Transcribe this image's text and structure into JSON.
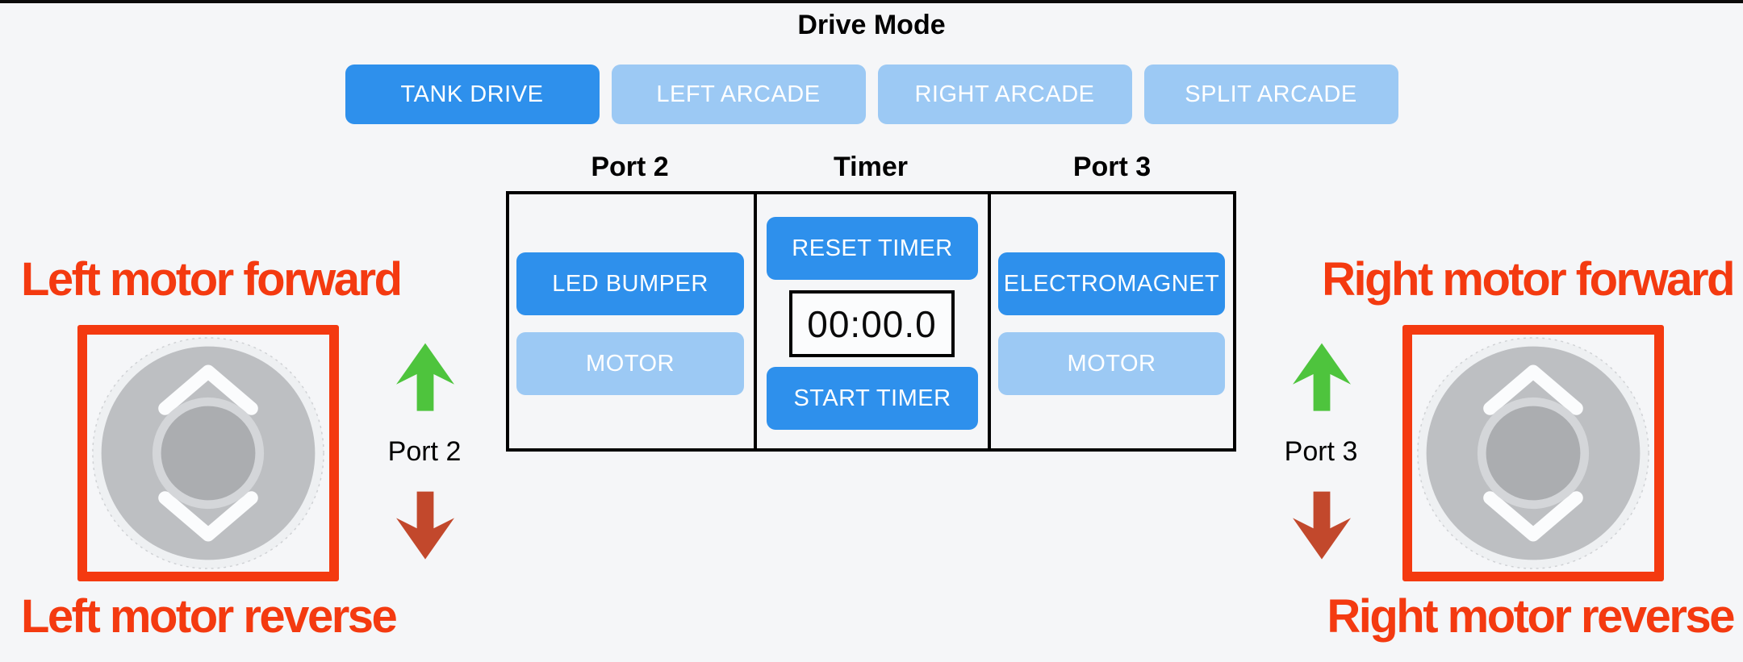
{
  "title": "Drive Mode",
  "drive_mode": {
    "options": [
      {
        "label": "TANK DRIVE",
        "active": true
      },
      {
        "label": "LEFT ARCADE",
        "active": false
      },
      {
        "label": "RIGHT ARCADE",
        "active": false
      },
      {
        "label": "SPLIT ARCADE",
        "active": false
      }
    ]
  },
  "panel": {
    "headers": {
      "left": "Port 2",
      "center": "Timer",
      "right": "Port 3"
    },
    "port2": {
      "button1": "LED BUMPER",
      "button2": "MOTOR"
    },
    "timer": {
      "reset": "RESET TIMER",
      "display": "00:00.0",
      "start": "START TIMER"
    },
    "port3": {
      "button1": "ELECTROMAGNET",
      "button2": "MOTOR"
    }
  },
  "left_joystick": {
    "forward_label": "Left motor forward",
    "reverse_label": "Left motor reverse",
    "port_label": "Port 2"
  },
  "right_joystick": {
    "forward_label": "Right motor forward",
    "reverse_label": "Right motor reverse",
    "port_label": "Port 3"
  },
  "colors": {
    "active_button_blue": "#2e90ec",
    "inactive_button_blue": "#9cc9f4",
    "annotation_red": "#f43a10",
    "forward_arrow_green": "#4ec43d",
    "reverse_arrow_brick": "#c2482c",
    "background": "#f5f6f8"
  }
}
